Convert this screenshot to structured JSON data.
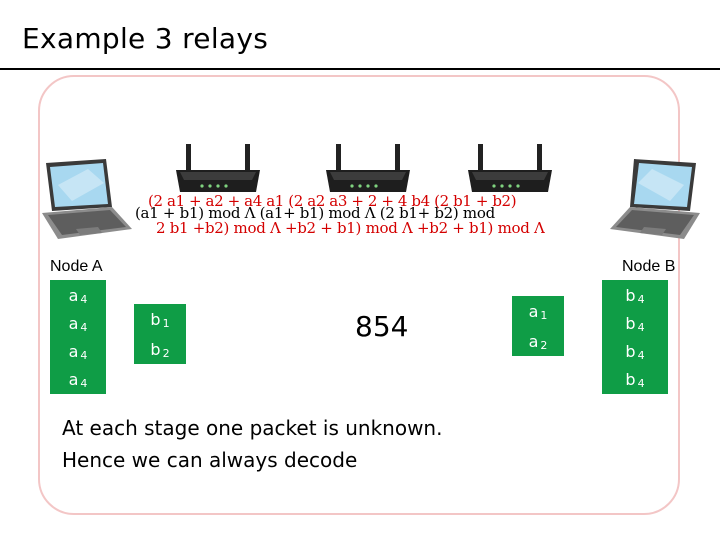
{
  "title": "Example 3 relays",
  "node_a": {
    "label": "Node A",
    "cells": [
      {
        "base": "a",
        "sub": "4"
      },
      {
        "base": "a",
        "sub": "4"
      },
      {
        "base": "a",
        "sub": "4"
      },
      {
        "base": "a",
        "sub": "4"
      }
    ]
  },
  "node_b": {
    "label": "Node B",
    "cells": [
      {
        "base": "b",
        "sub": "4"
      },
      {
        "base": "b",
        "sub": "4"
      },
      {
        "base": "b",
        "sub": "4"
      },
      {
        "base": "b",
        "sub": "4"
      }
    ]
  },
  "relay_left": {
    "cells": [
      {
        "base": "b",
        "sub": "1"
      },
      {
        "base": "b",
        "sub": "2"
      }
    ]
  },
  "relay_right": {
    "cells": [
      {
        "base": "a",
        "sub": "1"
      },
      {
        "base": "a",
        "sub": "2"
      }
    ]
  },
  "middle_number": "854",
  "equations": {
    "black_line": "(a1 + b1) mod Λ   (a1+ b1) mod Λ   (2 b1+ b2) mod",
    "red_line_1": "(2 a1 + a2 + a4 a1 (2 a2 a3 + 2 + 4 b4 (2 b1 + b2)",
    "red_line_2": "2 b1 +b2) mod Λ  +b2 + b1) mod Λ  +b2 + b1) mod Λ"
  },
  "bottom_text": [
    "At each stage one packet is unknown.",
    "Hence we can always decode"
  ],
  "colors": {
    "cell_green": "#0f9d46",
    "frame_pink": "#f3c6c6",
    "equation_red": "#d40000"
  }
}
